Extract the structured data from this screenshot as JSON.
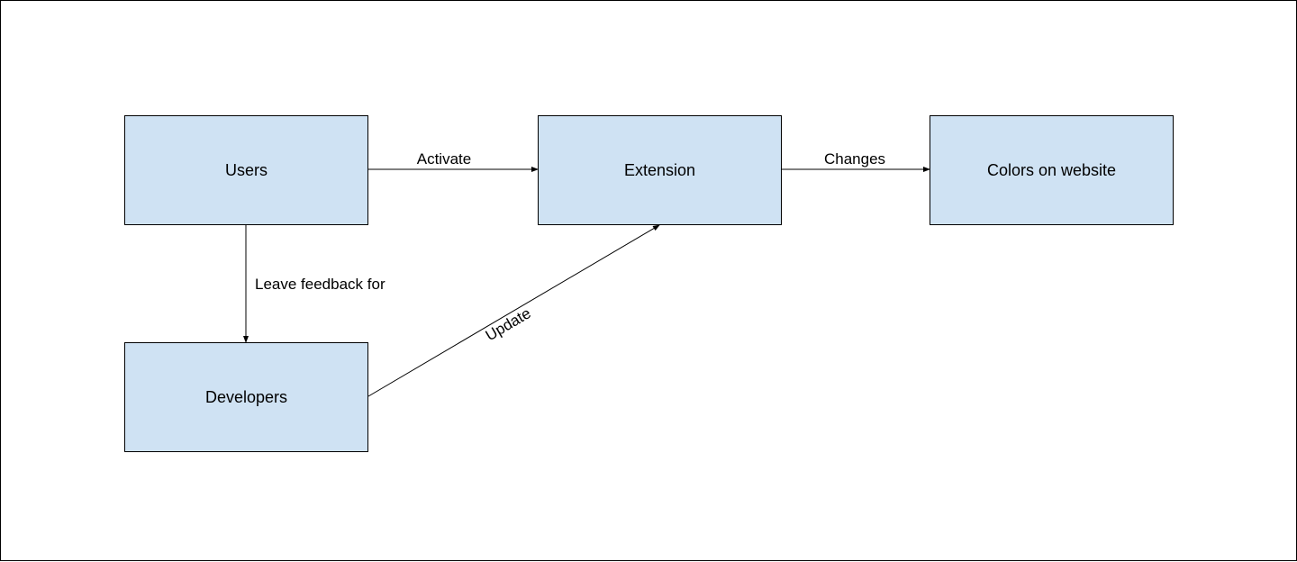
{
  "colors": {
    "node_fill": "#cfe2f3",
    "stroke": "#000000"
  },
  "nodes": {
    "users": "Users",
    "extension": "Extension",
    "colors_on_website": "Colors on website",
    "developers": "Developers"
  },
  "edges": {
    "activate": "Activate",
    "changes": "Changes",
    "leave_feedback": "Leave feedback for",
    "update": "Update"
  }
}
